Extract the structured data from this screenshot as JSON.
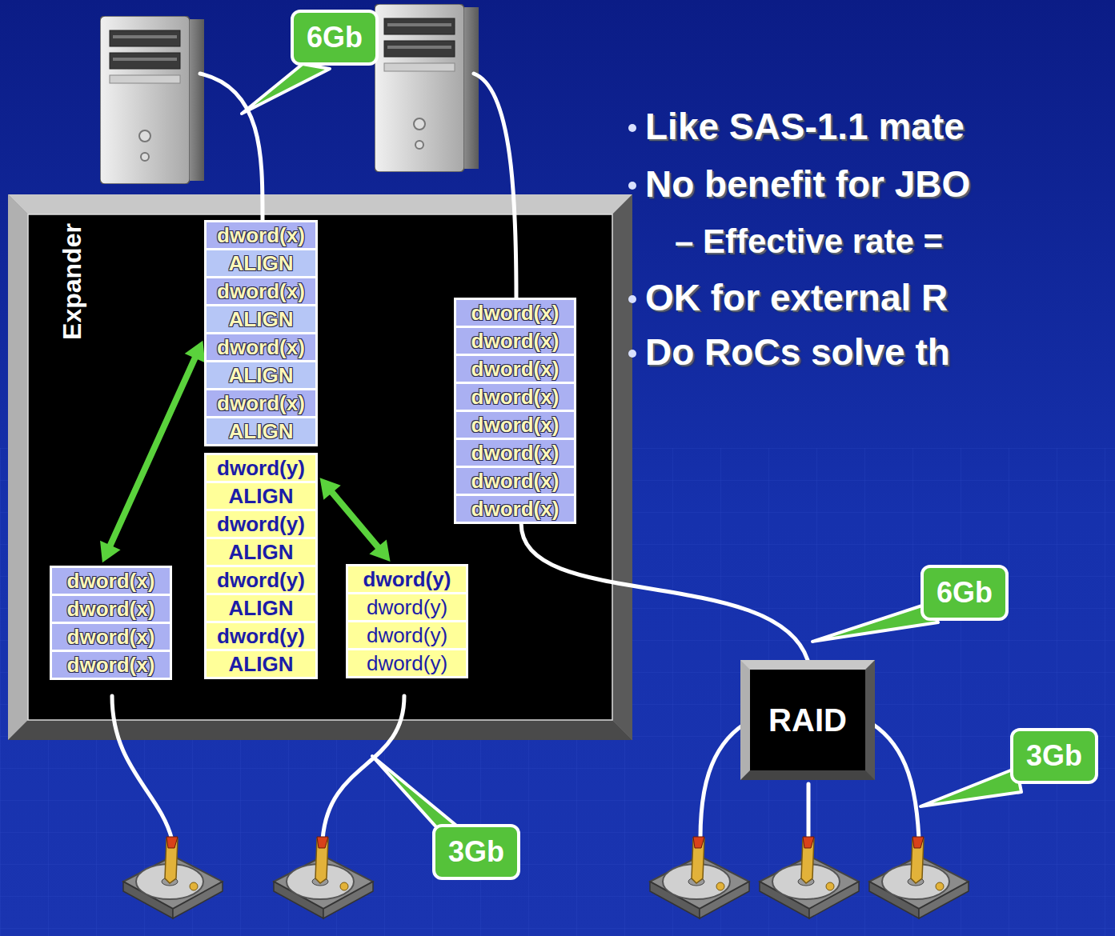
{
  "diagram": {
    "nodes": [
      {
        "text": [
          "Expander"
        ]
      },
      {
        "text": [
          "dword(x)",
          "ALIGN",
          "dword(x)",
          "ALIGN",
          "dword(x)",
          "ALIGN",
          "dword(x)",
          "ALIGN"
        ],
        "in": 0
      },
      {
        "text": [
          "dword(x)",
          "dword(x)",
          "dword(x)",
          "dword(x)",
          "dword(x)",
          "dword(x)",
          "dword(x)",
          "dword(x)"
        ],
        "in": 0
      },
      {
        "text": [
          "dword(y)",
          "ALIGN",
          "dword(y)",
          "ALIGN",
          "dword(y)",
          "ALIGN",
          "dword(y)",
          "ALIGN"
        ],
        "in": 0
      },
      {
        "text": [
          "dword(x)",
          "dword(x)",
          "dword(x)",
          "dword(x)"
        ],
        "in": 0
      },
      {
        "text": [
          "dword(y)",
          "dword(y)",
          "dword(y)",
          "dword(y)"
        ],
        "in": 0
      },
      {
        "text": [
          "RAID"
        ]
      }
    ],
    "edges": [
      {
        "from": 4,
        "to": 1,
        "arrow": "both"
      },
      {
        "from": 5,
        "to": 3,
        "arrow": "both"
      },
      {
        "from": 2,
        "to": 6,
        "arrow": "none"
      }
    ],
    "labels": [
      "6Gb",
      "6Gb",
      "3Gb",
      "3Gb",
      "Like SAS-1.1 mate",
      "No benefit for JBO",
      "– Effective rate =",
      "OK for external R",
      "Do RoCs solve th"
    ]
  }
}
